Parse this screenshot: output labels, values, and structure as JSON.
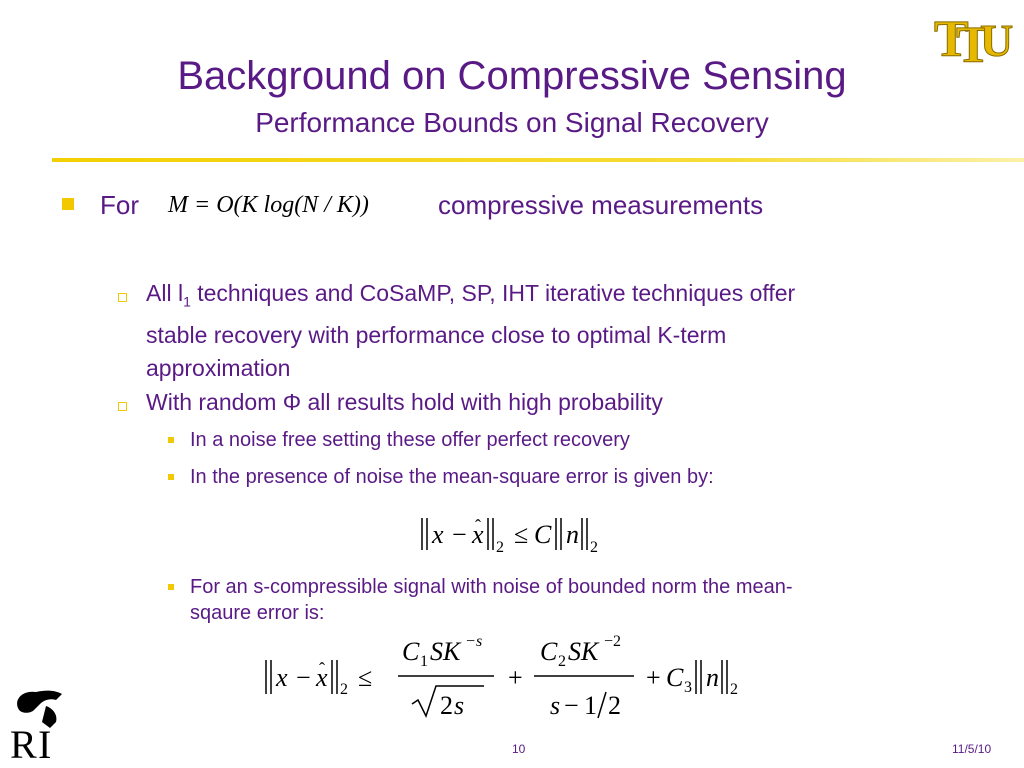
{
  "header": {
    "title": "Background on Compressive Sensing",
    "subtitle": "Performance Bounds on Signal Recovery"
  },
  "logos": {
    "top_right": "TTU",
    "bottom_left": "RI"
  },
  "bullets": {
    "l1_prefix": "For",
    "l1_math": "M = O(K log(N / K))",
    "l1_suffix": "compressive measurements",
    "b2_line1": "All l",
    "b2_sub": "1",
    "b2_line1_rest": " techniques and CoSaMP, SP, IHT iterative techniques offer",
    "b2_line2": "stable recovery with performance close to optimal K-term",
    "b2_line3": "approximation",
    "b3": "With random Φ all results hold with high probability",
    "b4": "In a noise free setting these offer perfect recovery",
    "b5": "In the presence of noise the mean-square error is given by:",
    "b6_line1": "For an s-compressible signal with noise of bounded norm the mean-",
    "b6_line2": "sqaure error is:"
  },
  "equations": {
    "eq1": "‖x − x̂‖₂ ≤ C‖n‖₂",
    "eq2": "‖x − x̂‖₂ ≤ C₁SK⁻ˢ/√(2s) + C₂SK⁻²/(s − 1/2) + C₃‖n‖₂"
  },
  "footer": {
    "page": "10",
    "date": "11/5/10"
  },
  "colors": {
    "title": "#5a1a86",
    "accent": "#f2c800"
  }
}
